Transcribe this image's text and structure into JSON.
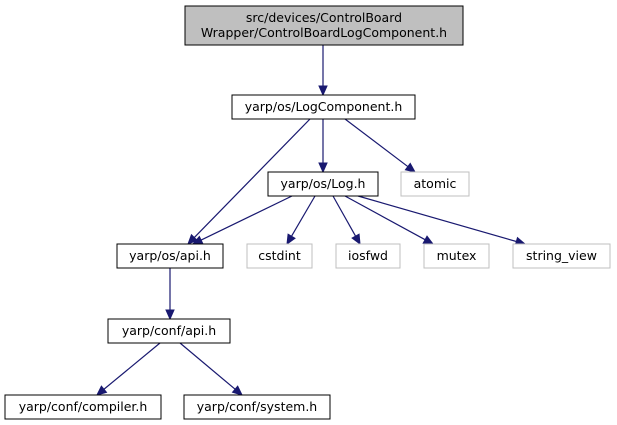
{
  "colors": {
    "edge": "#191970",
    "root_fill": "#bfbfbf",
    "node_fill": "#ffffff",
    "node_stroke": "#000000",
    "external_stroke": "#bfbfbf",
    "text": "#000000"
  },
  "nodes": [
    {
      "id": "controlboardlogcomponent",
      "lines": [
        "src/devices/ControlBoard",
        "Wrapper/ControlBoardLogComponent.h"
      ],
      "kind": "root"
    },
    {
      "id": "logcomponent",
      "lines": [
        "yarp/os/LogComponent.h"
      ],
      "kind": "file"
    },
    {
      "id": "log",
      "lines": [
        "yarp/os/Log.h"
      ],
      "kind": "file"
    },
    {
      "id": "atomic",
      "lines": [
        "atomic"
      ],
      "kind": "external"
    },
    {
      "id": "os-api",
      "lines": [
        "yarp/os/api.h"
      ],
      "kind": "file"
    },
    {
      "id": "cstdint",
      "lines": [
        "cstdint"
      ],
      "kind": "external"
    },
    {
      "id": "iosfwd",
      "lines": [
        "iosfwd"
      ],
      "kind": "external"
    },
    {
      "id": "mutex",
      "lines": [
        "mutex"
      ],
      "kind": "external"
    },
    {
      "id": "string-view",
      "lines": [
        "string_view"
      ],
      "kind": "external"
    },
    {
      "id": "conf-api",
      "lines": [
        "yarp/conf/api.h"
      ],
      "kind": "file"
    },
    {
      "id": "compiler",
      "lines": [
        "yarp/conf/compiler.h"
      ],
      "kind": "file"
    },
    {
      "id": "system",
      "lines": [
        "yarp/conf/system.h"
      ],
      "kind": "file"
    }
  ],
  "edges": [
    {
      "from": "controlboardlogcomponent",
      "to": "logcomponent"
    },
    {
      "from": "logcomponent",
      "to": "os-api"
    },
    {
      "from": "logcomponent",
      "to": "log"
    },
    {
      "from": "logcomponent",
      "to": "atomic"
    },
    {
      "from": "log",
      "to": "os-api"
    },
    {
      "from": "log",
      "to": "cstdint"
    },
    {
      "from": "log",
      "to": "iosfwd"
    },
    {
      "from": "log",
      "to": "mutex"
    },
    {
      "from": "log",
      "to": "string-view"
    },
    {
      "from": "os-api",
      "to": "conf-api"
    },
    {
      "from": "conf-api",
      "to": "compiler"
    },
    {
      "from": "conf-api",
      "to": "system"
    }
  ]
}
